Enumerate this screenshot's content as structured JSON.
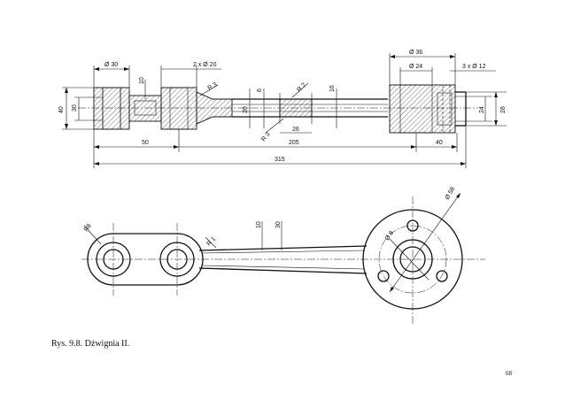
{
  "caption": "Rys. 9.8. Dźwignia II.",
  "page_number": "68",
  "dimensions": {
    "d_hub_left": "Ø 30",
    "d_2x20": "2 x Ø 20",
    "d36": "Ø 36",
    "d24": "Ø 24",
    "holes_3x12": "3 x Ø 12",
    "h40": "40",
    "h30": "30",
    "h10": "10",
    "r3_upper": "R 3",
    "h20": "20",
    "h6": "6",
    "r2": "R 2",
    "h16": "16",
    "r3_lower": "R 3",
    "w26": "26",
    "w50": "50",
    "w205": "205",
    "w40": "40",
    "w315": "315",
    "h24": "24",
    "h28": "28",
    "d58": "Ø 58",
    "r8": "R8",
    "r1": "R 1",
    "v10": "10",
    "v30": "30",
    "d8": "Ø 8"
  }
}
